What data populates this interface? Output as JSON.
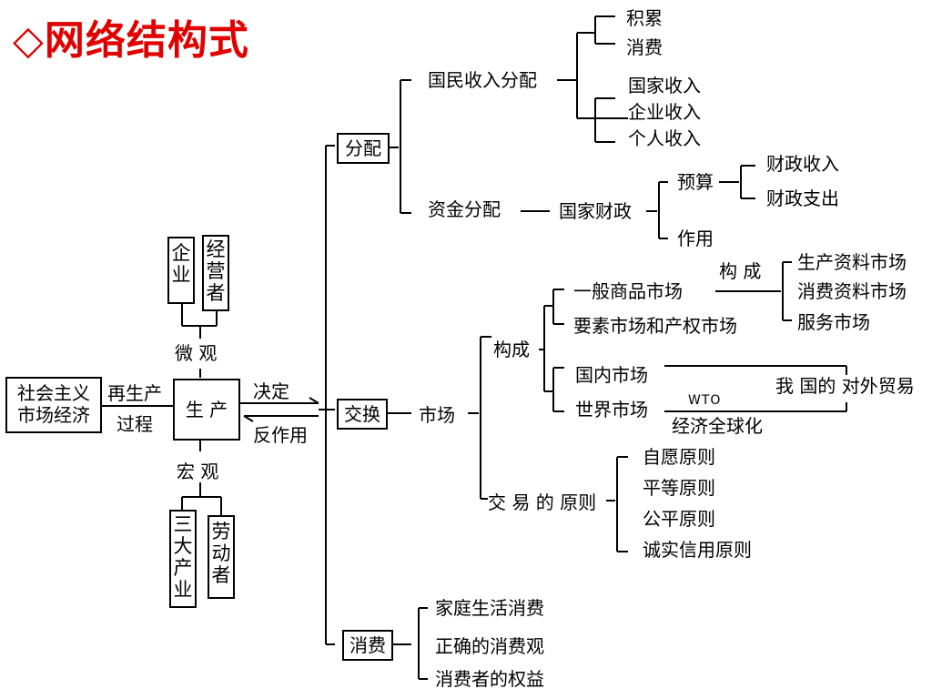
{
  "title": "◇网络结构式",
  "left": {
    "society_line1": "社会主义",
    "society_line2": "市场经济",
    "reproduction_line1": "再生产",
    "reproduction_line2": "过程",
    "production": "生  产",
    "micro": "微  观",
    "macro": "宏  观",
    "enterprise": "企业",
    "operator": "经营者",
    "three_industries": "三大产业",
    "laborer": "劳动者",
    "decide": "决定",
    "react": "反作用"
  },
  "distribution": {
    "label": "分配",
    "national_income_distribution": "国民收入分配",
    "accumulation": "积累",
    "consumption": "消费",
    "national_income": "国家收入",
    "enterprise_income": "企业收入",
    "personal_income": "个人收入",
    "fund_distribution": "资金分配",
    "state_finance": "国家财政",
    "budget": "预算",
    "fiscal_revenue": "财政收入",
    "fiscal_expenditure": "财政支出",
    "role": "作用"
  },
  "exchange": {
    "label": "交换",
    "market": "市场",
    "composition": "构成",
    "general_goods_market": "一般商品市场",
    "composition_spaced": "构  成",
    "production_materials_market": "生产资料市场",
    "consumer_goods_market": "消费资料市场",
    "service_market": "服务市场",
    "factor_market": "要素市场和产权市场",
    "domestic_market": "国内市场",
    "world_market": "世界市场",
    "wto": "WTO",
    "foreign_trade": "我 国的 对外贸易",
    "globalization": "经济全球化",
    "trade_principles": "交 易 的 原则",
    "voluntary": "自愿原则",
    "equality": "平等原则",
    "fairness": "公平原则",
    "honesty": "诚实信用原则"
  },
  "consumption": {
    "label": "消费",
    "family_life": "家庭生活消费",
    "correct_view": "正确的消费观",
    "consumer_rights": "消费者的权益"
  }
}
